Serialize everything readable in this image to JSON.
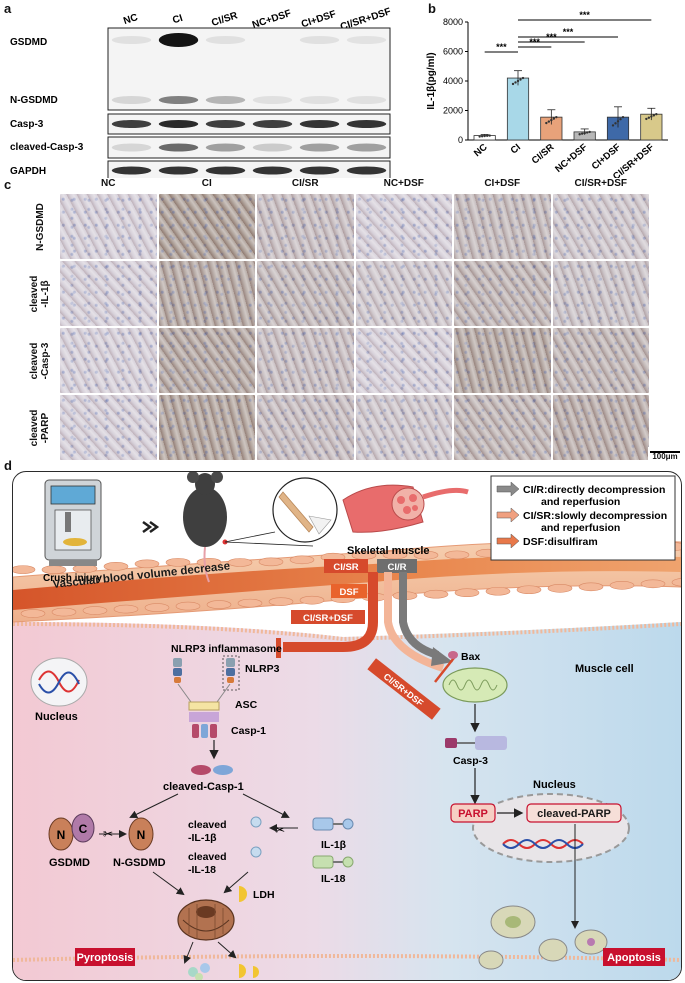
{
  "panels": {
    "a": "a",
    "b": "b",
    "c": "c",
    "d": "d"
  },
  "western_blot": {
    "lanes": [
      "NC",
      "CI",
      "CI/SR",
      "NC+DSF",
      "CI+DSF",
      "CI/SR+DSF"
    ],
    "rows": [
      "GSDMD",
      "N-GSDMD",
      "Casp-3",
      "cleaved-Casp-3",
      "GAPDH"
    ],
    "band_intensity": {
      "GSDMD": [
        0.05,
        1.0,
        0.05,
        0.03,
        0.05,
        0.04
      ],
      "N-GSDMD": [
        0.1,
        0.5,
        0.25,
        0.05,
        0.05,
        0.05
      ],
      "Casp-3": [
        0.8,
        0.9,
        0.8,
        0.8,
        0.85,
        0.85
      ],
      "cleaved-Casp-3": [
        0.1,
        0.6,
        0.35,
        0.15,
        0.35,
        0.35
      ],
      "GAPDH": [
        0.85,
        0.85,
        0.85,
        0.85,
        0.85,
        0.85
      ]
    }
  },
  "chart_data": {
    "type": "bar",
    "categories": [
      "NC",
      "CI",
      "CI/SR",
      "NC+DSF",
      "CI+DSF",
      "CI/SR+DSF"
    ],
    "values": [
      300,
      4200,
      1550,
      550,
      1550,
      1750
    ],
    "errors": [
      80,
      500,
      500,
      200,
      700,
      400
    ],
    "colors": [
      "#ffffff",
      "#a8d8e8",
      "#e8a27a",
      "#b8b8b8",
      "#3e69a8",
      "#d8c98a"
    ],
    "ylabel": "IL-1β(pg/ml)",
    "ylim": [
      0,
      8000
    ],
    "yticks": [
      0,
      2000,
      4000,
      6000,
      8000
    ],
    "significance": [
      {
        "from": 0,
        "to": 1,
        "label": "***"
      },
      {
        "from": 1,
        "to": 2,
        "label": "***"
      },
      {
        "from": 1,
        "to": 3,
        "label": "***"
      },
      {
        "from": 1,
        "to": 4,
        "label": "***"
      },
      {
        "from": 1,
        "to": 5,
        "label": "***"
      }
    ]
  },
  "ihc": {
    "columns": [
      "NC",
      "CI",
      "CI/SR",
      "NC+DSF",
      "CI+DSF",
      "CI/SR+DSF"
    ],
    "rows": [
      {
        "label": "N-GSDMD"
      },
      {
        "label": "cleaved\n-IL-1β"
      },
      {
        "label": "cleaved\n-Casp-3"
      },
      {
        "label": "cleaved\n-PARP"
      }
    ],
    "stain_level": [
      [
        0.15,
        0.7,
        0.35,
        0.15,
        0.4,
        0.25
      ],
      [
        0.15,
        0.6,
        0.4,
        0.25,
        0.45,
        0.3
      ],
      [
        0.15,
        0.6,
        0.35,
        0.15,
        0.6,
        0.45
      ],
      [
        0.15,
        0.65,
        0.35,
        0.25,
        0.45,
        0.55
      ]
    ],
    "scale_bar": "100μm"
  },
  "schematic": {
    "crush_label": "Crush injury",
    "skeletal_muscle": "Skeletal muscle",
    "legend": [
      {
        "label": "CI/R:directly decompression\nand reperfusion",
        "color": "#8a8a8a"
      },
      {
        "label": "CI/SR:slowly decompression\nand reperfusion",
        "color": "#f0a080"
      },
      {
        "label": "DSF:disulfiram",
        "color": "#e8784a"
      }
    ],
    "tags": {
      "cisr": "CI/SR",
      "cir": "CI/R",
      "dsf": "DSF",
      "cisr_dsf": "CI/SR+DSF",
      "cisr_dsf2": "CI/SR+DSF"
    },
    "vessel": "Vascular blood volume decrease",
    "muscle_cell": "Muscle cell",
    "nucleus": "Nucleus",
    "nucleus2": "Nucleus",
    "inflammasome": "NLRP3 inflammasome",
    "nlrp3": "NLRP3",
    "asc": "ASC",
    "casp1": "Casp-1",
    "cleaved_casp1": "cleaved-Casp-1",
    "gsdmd": "GSDMD",
    "ngsdmd": "N-GSDMD",
    "n": "N",
    "c": "C",
    "n2": "N",
    "cl_il1b": "cleaved\n-IL-1β",
    "cl_il18": "cleaved\n-IL-18",
    "il1b": "IL-1β",
    "il18": "IL-18",
    "ldh": "LDH",
    "bax": "Bax",
    "casp3": "Casp-3",
    "parp": "PARP",
    "cleaved_parp": "cleaved-PARP",
    "pyroptosis": "Pyroptosis",
    "apoptosis": "Apoptosis"
  }
}
